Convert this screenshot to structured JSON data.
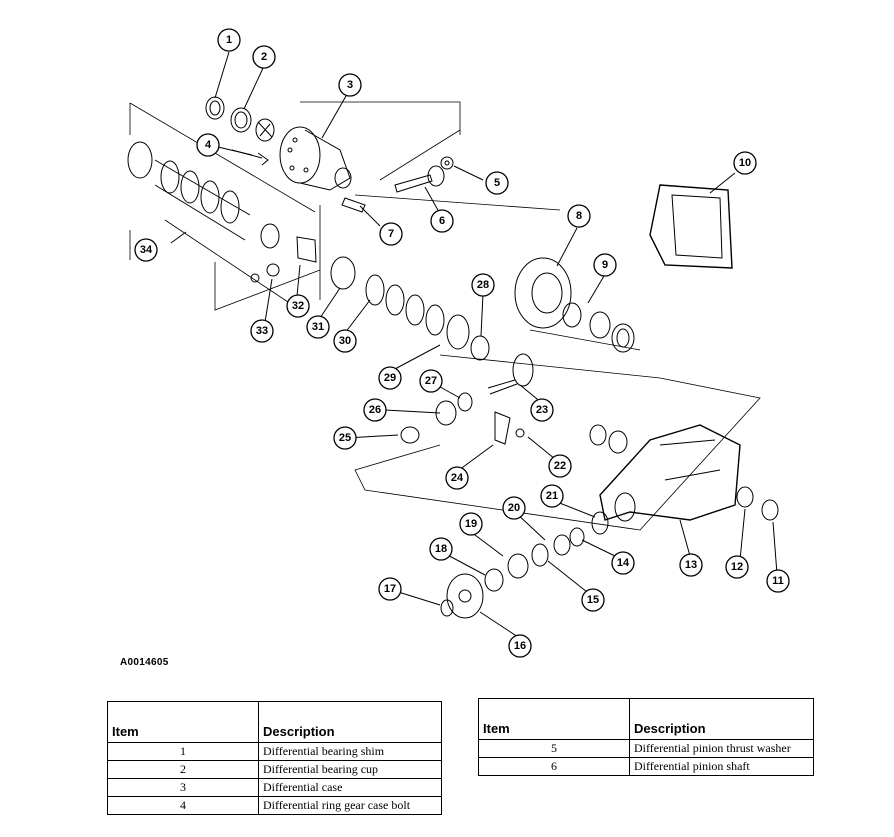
{
  "figure_id": "A0014605",
  "callouts": [
    "1",
    "2",
    "3",
    "4",
    "5",
    "6",
    "7",
    "8",
    "9",
    "10",
    "11",
    "12",
    "13",
    "14",
    "15",
    "16",
    "17",
    "18",
    "19",
    "20",
    "21",
    "22",
    "23",
    "24",
    "25",
    "26",
    "27",
    "28",
    "29",
    "30",
    "31",
    "32",
    "33",
    "34"
  ],
  "tables": [
    {
      "headers": [
        "Item",
        "Description"
      ],
      "rows": [
        {
          "item": "1",
          "description": "Differential bearing shim"
        },
        {
          "item": "2",
          "description": "Differential bearing cup"
        },
        {
          "item": "3",
          "description": "Differential case"
        },
        {
          "item": "4",
          "description": "Differential ring gear case bolt"
        }
      ]
    },
    {
      "headers": [
        "Item",
        "Description"
      ],
      "rows": [
        {
          "item": "5",
          "description": "Differential pinion thrust washer"
        },
        {
          "item": "6",
          "description": "Differential pinion shaft"
        }
      ]
    }
  ]
}
